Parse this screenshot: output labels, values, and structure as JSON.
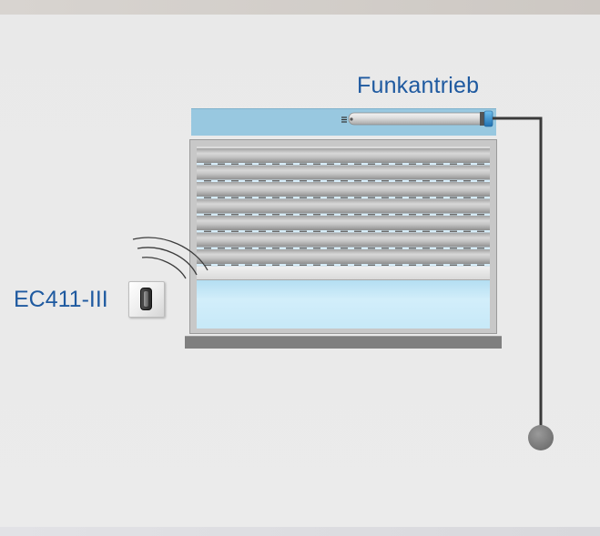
{
  "labels": {
    "motor": "Funkantrieb",
    "switch": "EC411-III"
  },
  "icons": {
    "motor": "tubular-motor-icon",
    "switch": "wall-switch-icon",
    "signal": "radio-waves-icon",
    "junction": "connection-dot-icon"
  },
  "colors": {
    "label": "#1f5aa0",
    "wall": "#ebebeb",
    "box_housing": "#98c8e0",
    "glass": "#c7e9f8",
    "cable": "#3a3a3a",
    "junction": "#7a7a7a",
    "sill": "#7f7f7f"
  },
  "shutter": {
    "slat_count": 7
  }
}
